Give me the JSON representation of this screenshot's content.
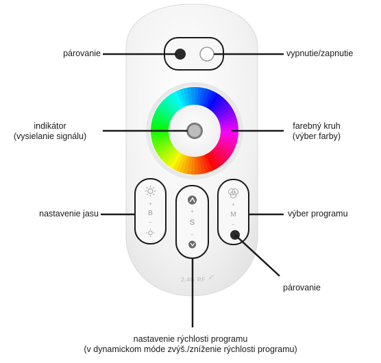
{
  "header_fragment": "",
  "callouts": {
    "pairing_top": "párovanie",
    "power": "vypnutie/zapnutie",
    "indicator_line1": "indikátor",
    "indicator_line2": "(vysielanie signálu)",
    "color_wheel_line1": "farebný kruh",
    "color_wheel_line2": "(výber farby)",
    "brightness": "nastavenie jasu",
    "program_select": "výber programu",
    "pairing_bottom": "párovanie",
    "speed_line1": "nastavenie rýchlosti programu",
    "speed_line2": "(v dynamickom móde zvýš./zníženie rýchlosti programu)"
  },
  "remote": {
    "brightness_key_letter": "B",
    "speed_key_letter": "S",
    "mode_key_letter": "M",
    "plus_sign": "+",
    "minus_sign": "–",
    "brand_mark": "2.4G RF"
  },
  "colors": {
    "remote_body": "#f2f2f2",
    "remote_edge": "#d9d9d9",
    "key_outline": "#1a1a1a",
    "leader_line": "#1a1a1a",
    "indicator_ring": "#8a8a8a"
  },
  "icons": [
    "sun-bright-icon",
    "sun-dim-icon",
    "speed-up-icon",
    "speed-down-icon",
    "rgb-circles-icon",
    "signal-icon"
  ]
}
